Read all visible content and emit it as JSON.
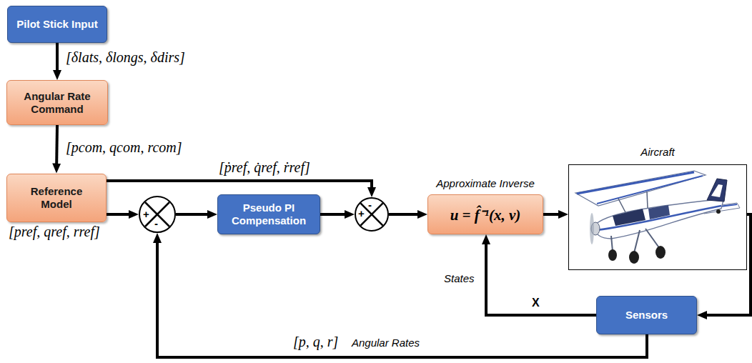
{
  "diagram": {
    "nodes": [
      {
        "text": [
          "Pilot Stick Input"
        ]
      },
      {
        "text": [
          "Angular Rate Command"
        ]
      },
      {
        "text": [
          "Reference Model"
        ]
      },
      {
        "text": [
          "+",
          "-"
        ]
      },
      {
        "text": [
          "Pseudo PI Compensation"
        ]
      },
      {
        "text": [
          "+",
          "-"
        ]
      },
      {
        "text": [
          "Approximate Inverse",
          "u = f̂⁻¹(x, v)"
        ]
      },
      {
        "text": [
          "Aircraft"
        ]
      },
      {
        "text": [
          "Sensors"
        ]
      }
    ],
    "edges": [
      {
        "from": 0,
        "to": 1,
        "arrow": "to",
        "label": "[δlats, δlongs, δdirs]"
      },
      {
        "from": 1,
        "to": 2,
        "arrow": "to",
        "label": "[pcom, qcom, rcom]"
      },
      {
        "from": 2,
        "to": 3,
        "arrow": "to",
        "label": "[pref, qref, rref]"
      },
      {
        "from": 3,
        "to": 4,
        "arrow": "to"
      },
      {
        "from": 4,
        "to": 5,
        "arrow": "to"
      },
      {
        "from": 2,
        "to": 5,
        "arrow": "to",
        "label": "[ṗref, q̇ref, ṙref]"
      },
      {
        "from": 5,
        "to": 6,
        "arrow": "to"
      },
      {
        "from": 6,
        "to": 7,
        "arrow": "to"
      },
      {
        "from": 7,
        "to": 8,
        "arrow": "to"
      },
      {
        "from": 8,
        "to": 6,
        "arrow": "to",
        "label": "X"
      },
      {
        "from": 8,
        "to": 3,
        "arrow": "to"
      }
    ],
    "labels": [
      "States",
      "[p, q, r]",
      "Angular Rates"
    ]
  }
}
